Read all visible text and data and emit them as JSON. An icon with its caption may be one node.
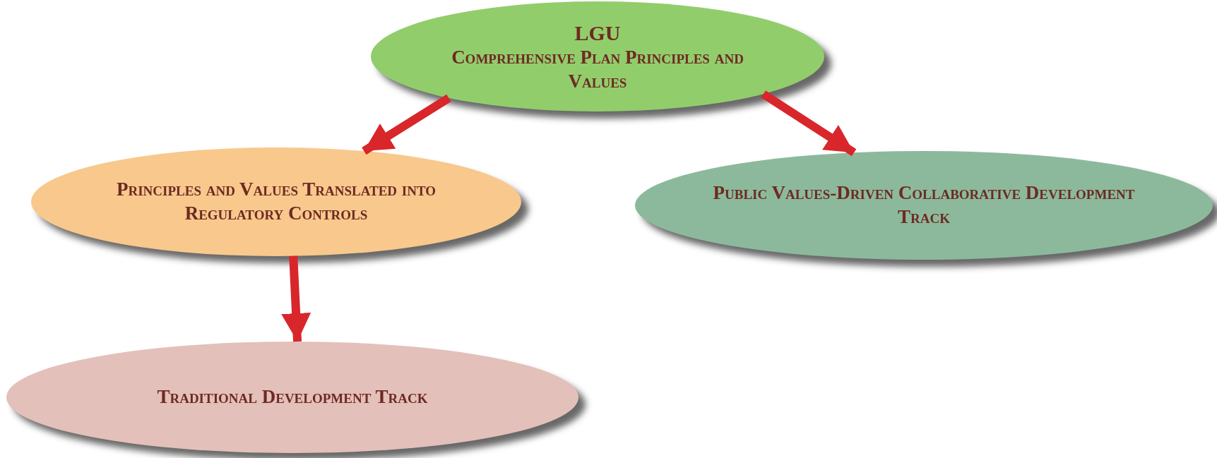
{
  "diagram": {
    "nodes": [
      {
        "text": [
          "LGU",
          "Comprehensive Plan Principles and Values"
        ]
      },
      {
        "text": [
          "Principles and Values Translated into Regulatory Controls"
        ]
      },
      {
        "text": [
          "Public Values-Driven Collaborative Development Track"
        ]
      },
      {
        "text": [
          "Traditional Development Track"
        ]
      }
    ],
    "edges": [
      {
        "from": 0,
        "to": 1,
        "arrow": "to"
      },
      {
        "from": 0,
        "to": 2,
        "arrow": "to"
      },
      {
        "from": 1,
        "to": 3,
        "arrow": "to"
      }
    ]
  }
}
